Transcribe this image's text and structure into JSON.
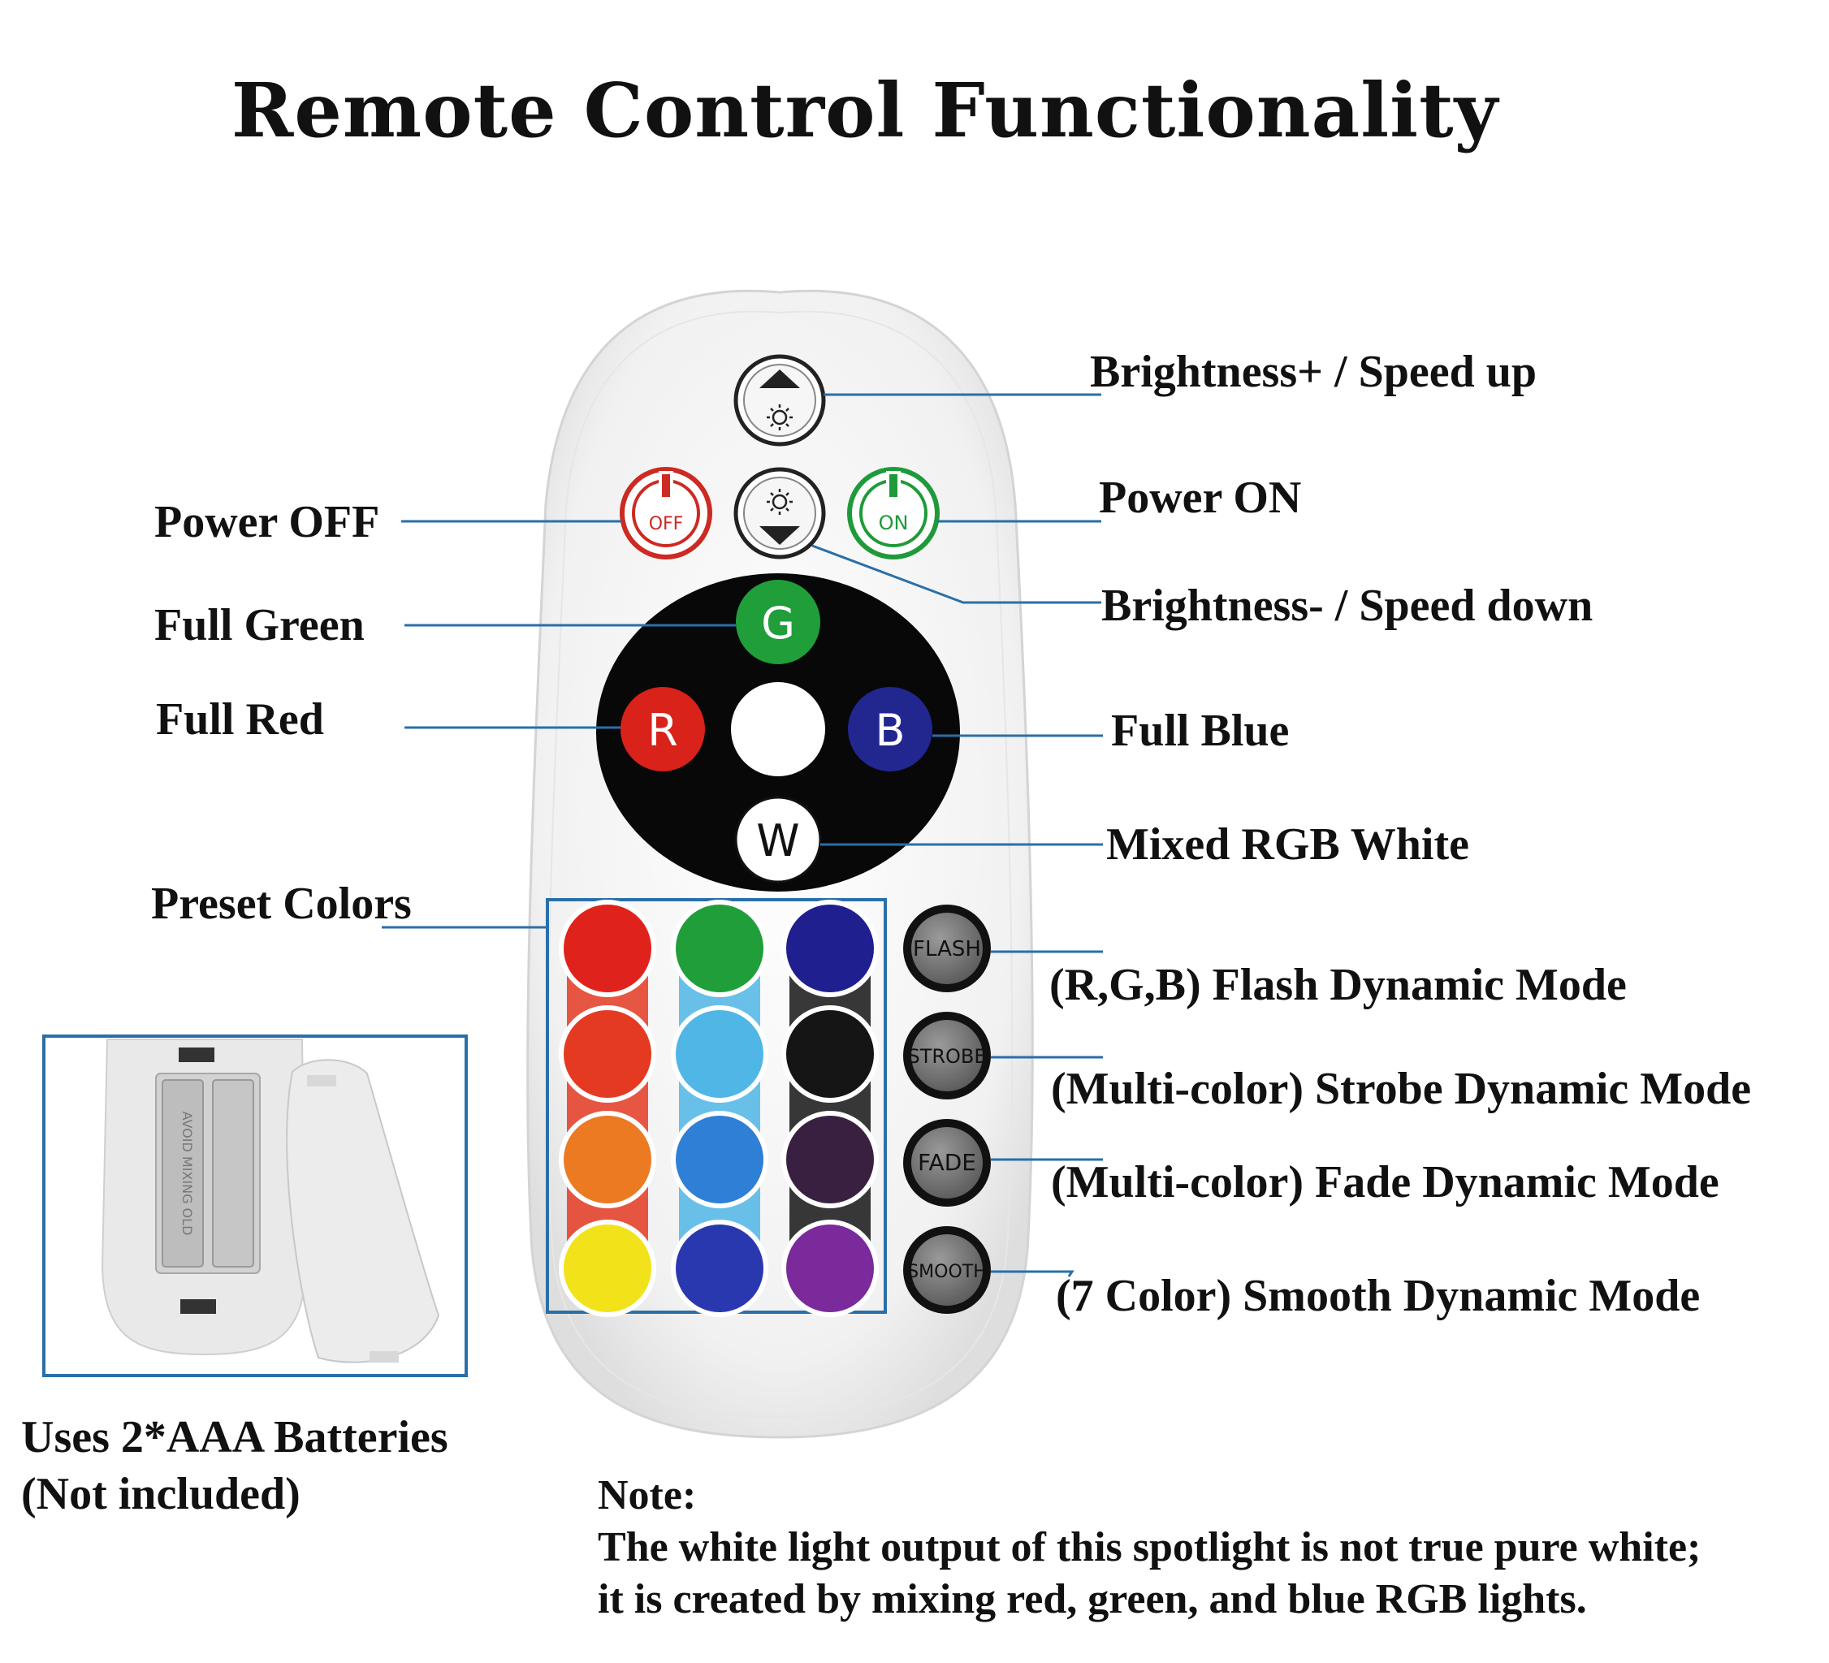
{
  "title": "Remote Control Functionality",
  "labels": {
    "brightness_up": "Brightness+ / Speed up",
    "power_off": "Power OFF",
    "power_on": "Power ON",
    "brightness_down": "Brightness- / Speed down",
    "full_green": "Full Green",
    "full_red": "Full Red",
    "full_blue": "Full Blue",
    "mixed_white": "Mixed RGB White",
    "preset_colors": "Preset Colors",
    "flash_mode": "(R,G,B) Flash Dynamic Mode",
    "strobe_mode": "(Multi-color) Strobe Dynamic Mode",
    "fade_mode": "(Multi-color) Fade Dynamic Mode",
    "smooth_mode": "(7 Color) Smooth Dynamic Mode"
  },
  "buttons": {
    "off": "OFF",
    "on": "ON",
    "g": "G",
    "r": "R",
    "b": "B",
    "w": "W",
    "flash": "FLASH",
    "strobe": "STROBE",
    "fade": "FADE",
    "smooth": "SMOOTH"
  },
  "battery": {
    "line1": "Uses 2*AAA Batteries",
    "line2": "(Not included)",
    "compartment_text": "AVOID MIXING OLD"
  },
  "note": {
    "heading": "Note:",
    "line1": "The white light output of this spotlight is not true pure white;",
    "line2": "it is created by mixing red, green, and blue RGB lights."
  },
  "colors": {
    "leader_line": "#2a6fa8",
    "box_border": "#2a6fa8",
    "preset_grid": [
      [
        "#e0221c",
        "#1f9e3a",
        "#1f1f8f"
      ],
      [
        "#e43a22",
        "#4fb6e6",
        "#151515"
      ],
      [
        "#ec7a22",
        "#2f7fd6",
        "#3a2040"
      ],
      [
        "#f2e21a",
        "#2a38b0",
        "#7a2a9a"
      ]
    ]
  }
}
